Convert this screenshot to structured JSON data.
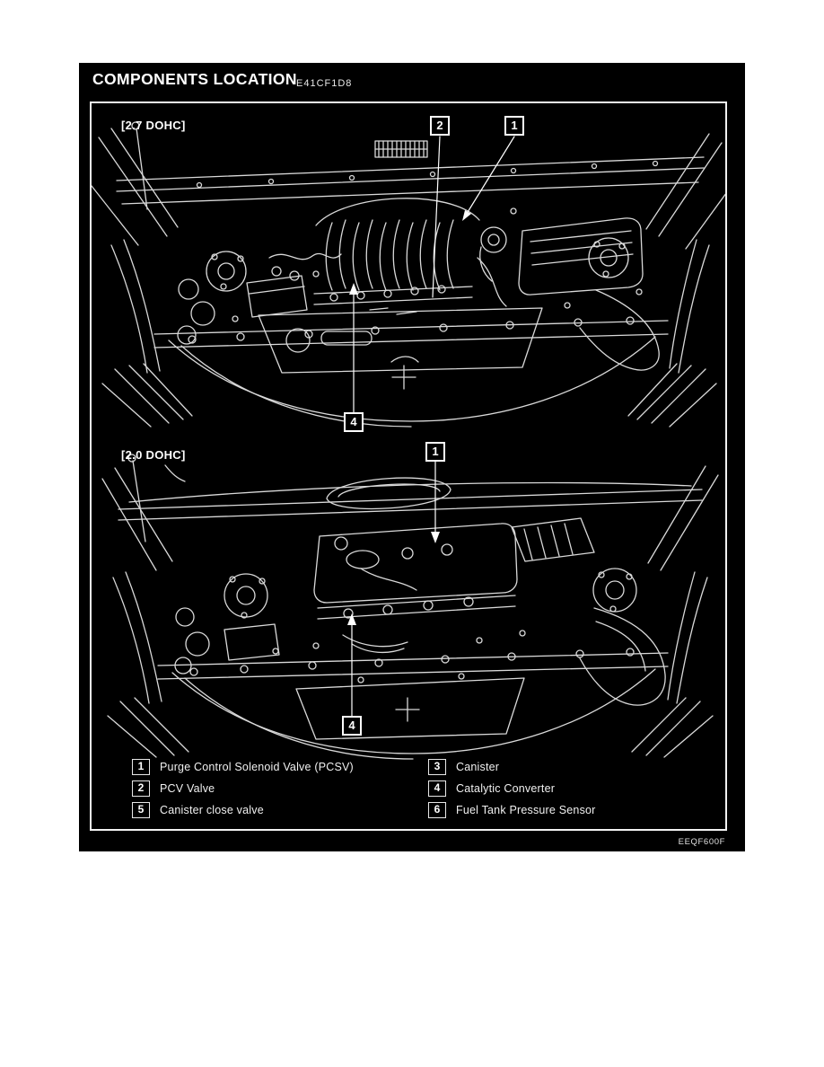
{
  "page": {
    "title": "COMPONENTS LOCATION",
    "section_code": "E41CF1D8",
    "figure_code": "EEQF600F"
  },
  "colors": {
    "page_background": "#ffffff",
    "panel_background": "#000000",
    "line_art": "#d9d9d9",
    "text": "#ffffff"
  },
  "diagrams": [
    {
      "label": "[2.7 DOHC]",
      "callouts": [
        {
          "num": "2"
        },
        {
          "num": "1"
        },
        {
          "num": "4"
        }
      ]
    },
    {
      "label": "[2.0 DOHC]",
      "callouts": [
        {
          "num": "1"
        },
        {
          "num": "4"
        }
      ]
    }
  ],
  "legend": {
    "left": [
      {
        "num": "1",
        "label": "Purge Control Solenoid Valve (PCSV)"
      },
      {
        "num": "2",
        "label": "PCV Valve"
      },
      {
        "num": "5",
        "label": "Canister close valve"
      }
    ],
    "right": [
      {
        "num": "3",
        "label": "Canister"
      },
      {
        "num": "4",
        "label": "Catalytic Converter"
      },
      {
        "num": "6",
        "label": "Fuel Tank Pressure Sensor"
      }
    ]
  }
}
